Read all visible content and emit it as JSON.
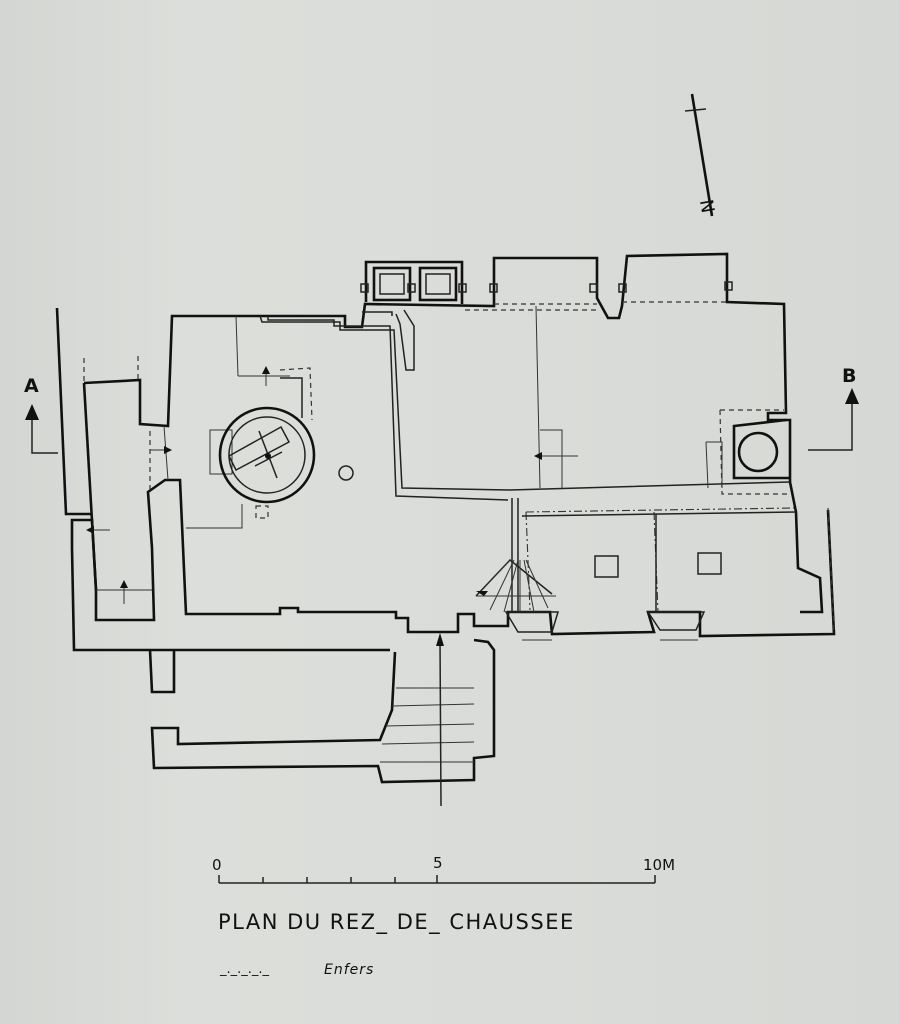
{
  "plan": {
    "title": "PLAN DU REZ_ DE_ CHAUSSEE",
    "section_marks": {
      "left": "A",
      "right": "B"
    },
    "north_label": "N",
    "scale": {
      "ticks": [
        "0",
        "5",
        "10M"
      ]
    },
    "legend": {
      "symbol": "_._._._._",
      "text": "Enfers"
    }
  }
}
